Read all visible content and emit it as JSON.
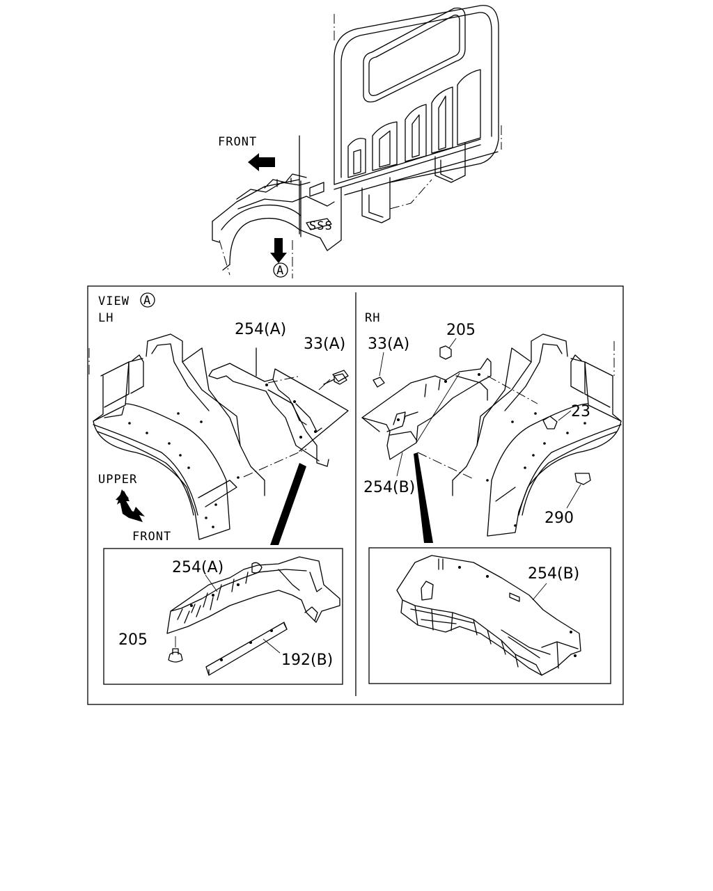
{
  "top_view": {
    "front_label": "FRONT",
    "view_marker": "A"
  },
  "frame": {
    "view_label": "VIEW",
    "view_marker": "A"
  },
  "lh_panel": {
    "side_label": "LH",
    "upper_label": "UPPER",
    "front_label": "FRONT",
    "callouts": [
      "254(A)",
      "33(A)"
    ],
    "detail_callouts": [
      "254(A)",
      "205",
      "192(B)"
    ]
  },
  "rh_panel": {
    "side_label": "RH",
    "callouts": [
      "33(A)",
      "205",
      "254(B)",
      "23",
      "290"
    ],
    "detail_callouts": [
      "254(B)"
    ]
  }
}
